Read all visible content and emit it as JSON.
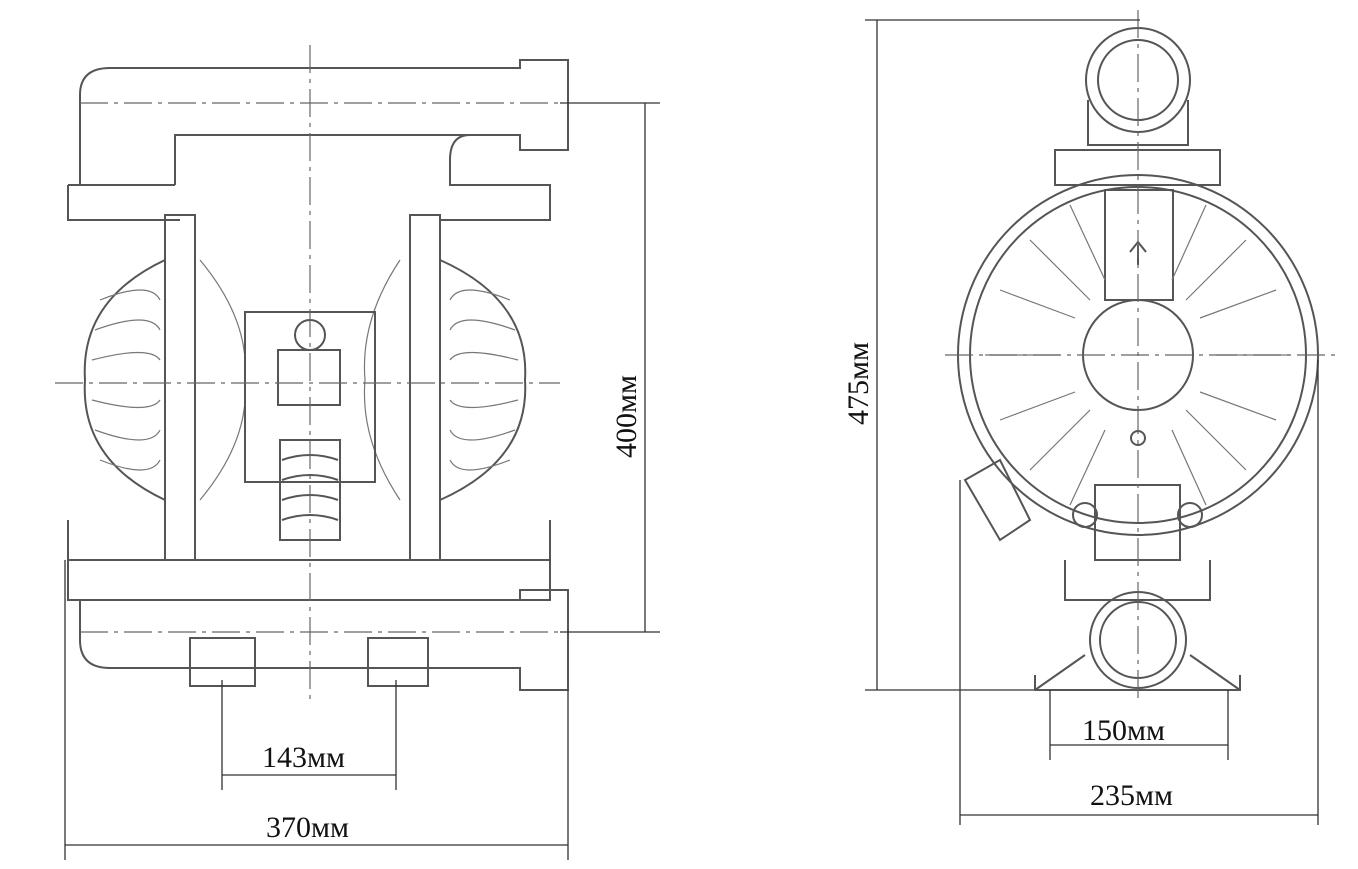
{
  "front_view": {
    "dim_width_total": "370мм",
    "dim_feet_spacing": "143мм",
    "dim_height_ports": "400мм"
  },
  "side_view": {
    "dim_height_total": "475мм",
    "dim_base_inner": "150мм",
    "dim_base_outer": "235мм"
  }
}
